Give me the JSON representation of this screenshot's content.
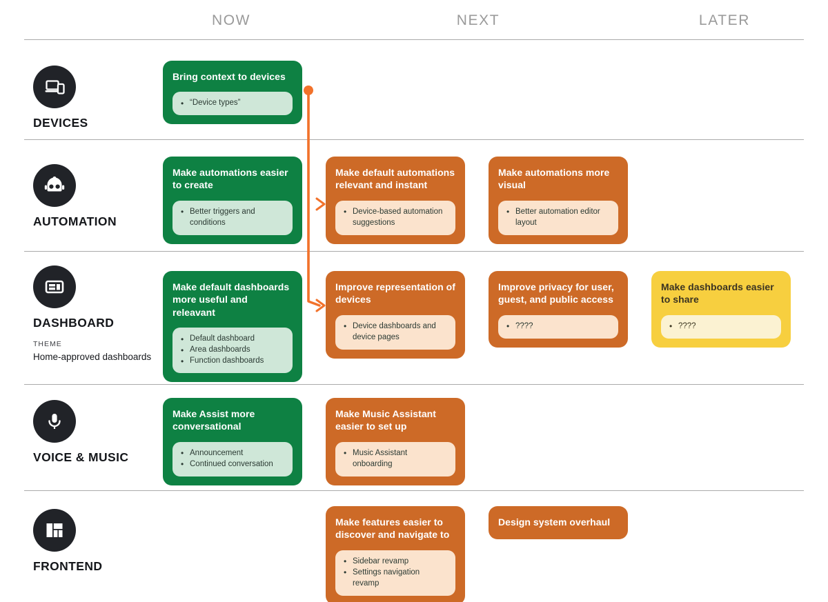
{
  "columns": [
    {
      "id": "now",
      "label": "NOW"
    },
    {
      "id": "next",
      "label": "NEXT"
    },
    {
      "id": "later",
      "label": "LATER"
    }
  ],
  "colors": {
    "now": "#0e8143",
    "next": "#cd6a27",
    "later": "#f7cf3f",
    "connector": "#f2722b",
    "icon_circle": "#212328",
    "rule": "#aaaaaa",
    "header_text": "#9a9a9a"
  },
  "rows": [
    {
      "id": "devices",
      "title": "DEVICES",
      "icon": "devices-icon",
      "cards": [
        {
          "column": "now",
          "color": "green",
          "title": "Bring context to devices",
          "bullets": [
            "“Device types”"
          ]
        }
      ]
    },
    {
      "id": "automation",
      "title": "AUTOMATION",
      "icon": "robot-icon",
      "cards": [
        {
          "column": "now",
          "color": "green",
          "title": "Make automations easier to create",
          "bullets": [
            "Better triggers and conditions"
          ]
        },
        {
          "column": "next",
          "color": "orange",
          "title": "Make default automations relevant and instant",
          "bullets": [
            "Device-based automation suggestions"
          ]
        },
        {
          "column": "next2",
          "color": "orange",
          "title": "Make automations more visual",
          "bullets": [
            "Better automation editor layout"
          ]
        }
      ]
    },
    {
      "id": "dashboard",
      "title": "DASHBOARD",
      "icon": "dashboard-icon",
      "theme_label": "THEME",
      "theme_text": "Home-approved dashboards",
      "cards": [
        {
          "column": "now",
          "color": "green",
          "title": "Make default dashboards more useful and releavant",
          "bullets": [
            "Default dashboard",
            "Area dashboards",
            "Function dashboards"
          ]
        },
        {
          "column": "next",
          "color": "orange",
          "title": "Improve representation of devices",
          "bullets": [
            "Device dashboards and device pages"
          ]
        },
        {
          "column": "next2",
          "color": "orange",
          "title": "Improve privacy for user, guest, and public access",
          "bullets": [
            "????"
          ]
        },
        {
          "column": "later",
          "color": "yellow",
          "title": "Make dashboards easier to share",
          "bullets": [
            "????"
          ]
        }
      ]
    },
    {
      "id": "voice-music",
      "title": "VOICE & MUSIC",
      "icon": "microphone-icon",
      "cards": [
        {
          "column": "now",
          "color": "green",
          "title": "Make Assist more conversational",
          "bullets": [
            "Announcement",
            "Continued conversation"
          ]
        },
        {
          "column": "next",
          "color": "orange",
          "title": "Make Music Assistant easier to set up",
          "bullets": [
            "Music Assistant onboarding"
          ]
        }
      ]
    },
    {
      "id": "frontend",
      "title": "FRONTEND",
      "icon": "layout-icon",
      "cards": [
        {
          "column": "next",
          "color": "orange",
          "title": "Make features easier to discover and navigate to",
          "bullets": [
            "Sidebar revamp",
            "Settings navigation revamp"
          ]
        },
        {
          "column": "next2",
          "color": "orange",
          "title": "Design system overhaul",
          "bullets": []
        }
      ]
    }
  ],
  "connector": {
    "from": "devices-now-card",
    "to": "dashboard-next-card",
    "label": ""
  }
}
